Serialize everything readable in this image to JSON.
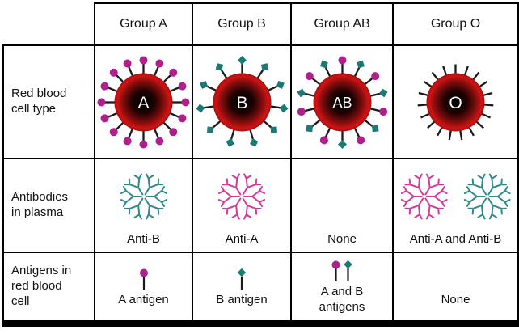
{
  "table": {
    "columns": [
      "Group A",
      "Group B",
      "Group AB",
      "Group O"
    ]
  },
  "rbc_row": {
    "label": "Red blood\ncell type",
    "cells": [
      {
        "letter": "A",
        "antigens": [
          "A"
        ],
        "spikes": 16
      },
      {
        "letter": "B",
        "antigens": [
          "B"
        ],
        "spikes": 11
      },
      {
        "letter": "AB",
        "antigens": [
          "A",
          "B"
        ],
        "spikes": 14
      },
      {
        "letter": "O",
        "antigens": [],
        "spikes": 19
      }
    ]
  },
  "antibody_row": {
    "label": "Antibodies\nin plasma",
    "cells": [
      {
        "caption": "Anti-B",
        "clusters": [
          "anti_b"
        ]
      },
      {
        "caption": "Anti-A",
        "clusters": [
          "anti_a"
        ]
      },
      {
        "caption": "None",
        "clusters": []
      },
      {
        "caption": "Anti-A and Anti-B",
        "clusters": [
          "anti_a",
          "anti_b"
        ]
      }
    ]
  },
  "antigen_row": {
    "label": "Antigens in\nred blood\ncell",
    "cells": [
      {
        "caption": "A antigen",
        "glyphs": [
          "A"
        ]
      },
      {
        "caption": "B antigen",
        "glyphs": [
          "B"
        ]
      },
      {
        "caption": "A and B\nantigens",
        "glyphs": [
          "A",
          "B"
        ]
      },
      {
        "caption": "None",
        "glyphs": []
      }
    ]
  },
  "colors": {
    "a_antigen": "#b01f8c",
    "b_antigen": "#1b7b74",
    "anti_a": "#d23a9d",
    "anti_b": "#2f8b8b",
    "spike": "#1a1a1a",
    "rbc_rim": "#cf1313",
    "rbc_core": "#000000",
    "letter": "#ffffff"
  }
}
